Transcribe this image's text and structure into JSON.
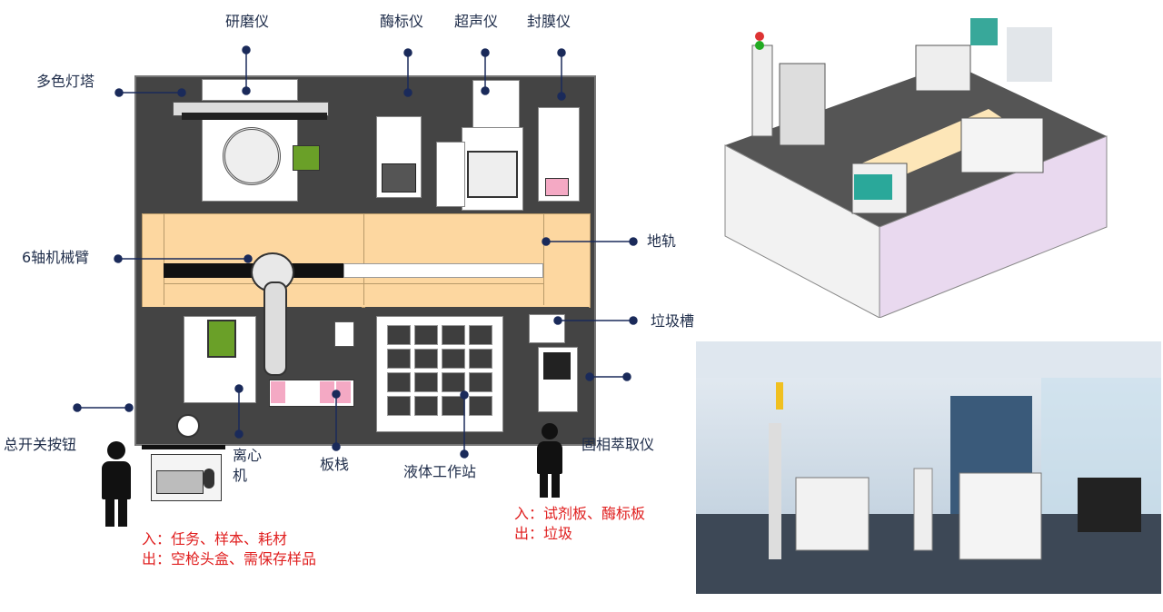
{
  "labels": {
    "grinder": "研磨仪",
    "plate_reader": "酶标仪",
    "ultrasonic": "超声仪",
    "sealer": "封膜仪",
    "light_tower": "多色灯塔",
    "robot_arm": "6轴机械臂",
    "floor_rail": "地轨",
    "waste_slot": "垃圾槽",
    "main_switch": "总开关按钮",
    "centrifuge_line1": "离心",
    "centrifuge_line2": "机",
    "plate_stack": "板栈",
    "liquid_station": "液体工作站",
    "spe": "固相萃取仪"
  },
  "notes": {
    "left_in": "入：任务、样本、耗材",
    "left_out": "出：空枪头盒、需保存样品",
    "right_in": "入：试剂板、酶标板",
    "right_out": "出：垃圾"
  },
  "colors": {
    "label_text": "#1f2d4a",
    "leader": "#1a2a5a",
    "note_red": "#e02020",
    "floor_dark": "#444444",
    "rail": "#fdd7a0"
  }
}
